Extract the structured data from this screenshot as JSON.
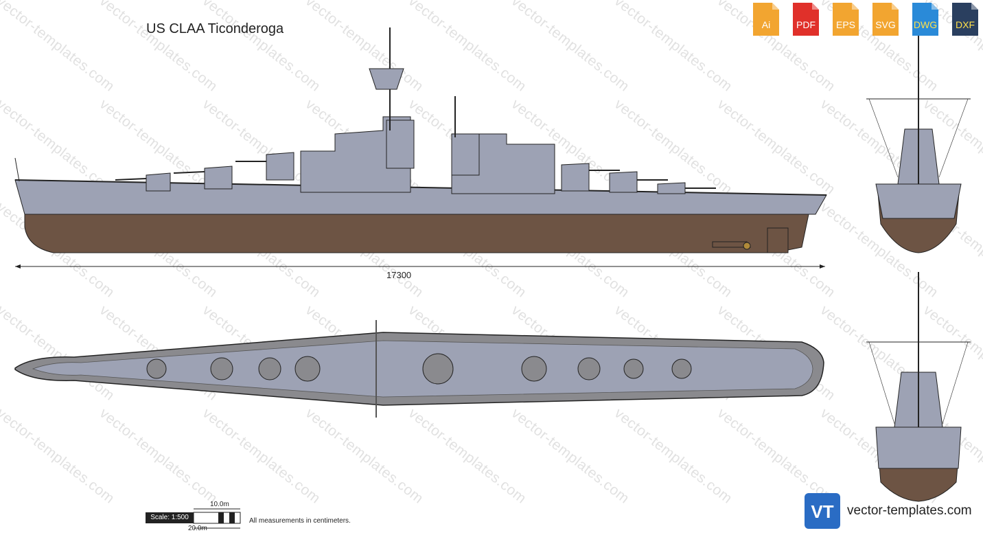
{
  "title": "US CLAA Ticonderoga",
  "formats": [
    {
      "label": "Ai",
      "color": "#f2a530"
    },
    {
      "label": "PDF",
      "color": "#e0302a"
    },
    {
      "label": "EPS",
      "color": "#f2a530"
    },
    {
      "label": "SVG",
      "color": "#f2a530"
    },
    {
      "label": "DWG",
      "color": "#2a8ad8"
    },
    {
      "label": "DXF",
      "color": "#2a3f5f"
    }
  ],
  "dimension": "17300",
  "scale": {
    "label": "Scale: 1:500",
    "ten": "10.0m",
    "twenty": "20.0m"
  },
  "note": "All measurements in centimeters.",
  "watermark": "vector-templates.com",
  "logo": {
    "mark": "VT",
    "text": "vector-templates.com"
  },
  "colors": {
    "hull": "#9da2b4",
    "belowWater": "#6d5444",
    "deck": "#8a8a8e",
    "outline": "#222222"
  }
}
